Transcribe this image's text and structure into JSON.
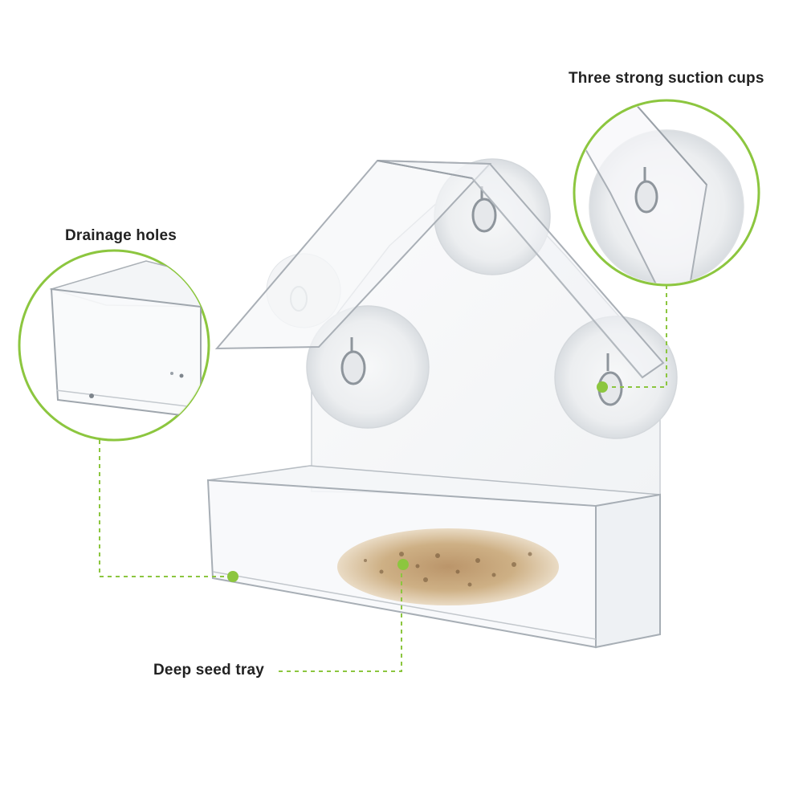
{
  "callouts": {
    "suction_cups": "Three strong suction cups",
    "drainage_holes": "Drainage holes",
    "seed_tray": "Deep seed tray"
  },
  "colors": {
    "background": "#ffffff",
    "accent_green": "#8cc63f",
    "acrylic_edge": "#b9bec4",
    "label_text": "#222222"
  },
  "product": {
    "name_icon": "window-bird-feeder-house",
    "material": "clear acrylic"
  }
}
